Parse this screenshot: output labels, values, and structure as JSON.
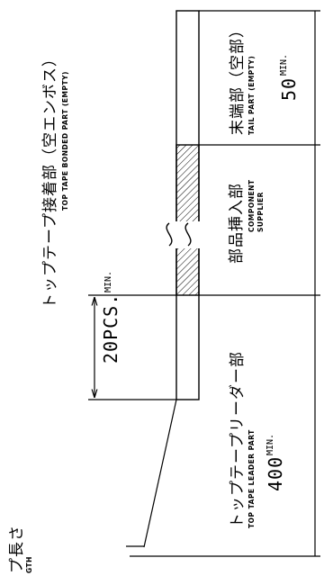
{
  "left_jp": "プ長さ",
  "left_en": "GTH",
  "bonded_jp": "トップテープ接着部（空エンボス）",
  "bonded_en": "TOP TAPE BONDED PART (EMPTY)",
  "leader_jp": "トップテープリーダー部",
  "leader_en": "TOP TAPE LEADER PART",
  "component_jp": "部品挿入部",
  "component_en_1": "COMPONENT",
  "component_en_2": "SUPPLIER",
  "tail_jp": "末端部（空部）",
  "tail_en": "TAIL PART (EMPTY)",
  "dim_20": "20PCS.",
  "dim_20_min": "MIN.",
  "dim_400": "400",
  "dim_400_min": "MIN.",
  "dim_50": "50",
  "dim_50_min": "MIN."
}
